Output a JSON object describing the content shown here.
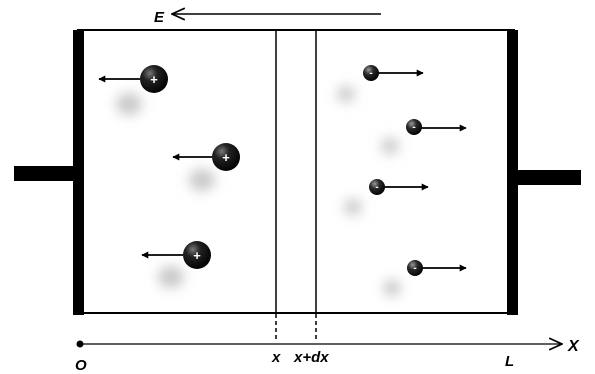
{
  "labels": {
    "field": "E",
    "origin": "O",
    "x": "x",
    "x_plus_dx": "x+dx",
    "length": "L",
    "axis": "X"
  },
  "particles": {
    "positive_sign": "+",
    "negative_sign": "-"
  },
  "colors": {
    "ink": "#000000",
    "background": "#ffffff",
    "shadow": "#c8c8c8"
  }
}
